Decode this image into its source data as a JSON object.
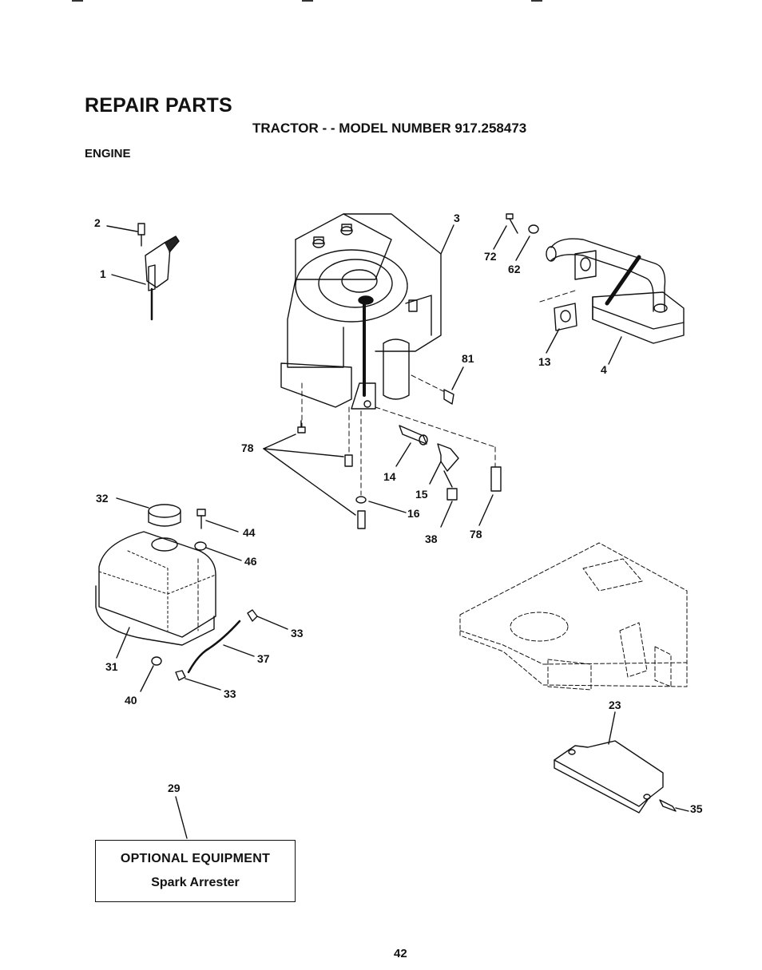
{
  "header": {
    "title": "REPAIR PARTS",
    "subtitle": "TRACTOR - - MODEL NUMBER 917.258473",
    "section": "ENGINE"
  },
  "callouts": {
    "c1": "1",
    "c2": "2",
    "c3": "3",
    "c4": "4",
    "c13": "13",
    "c14": "14",
    "c15": "15",
    "c16": "16",
    "c23": "23",
    "c29": "29",
    "c31": "31",
    "c32": "32",
    "c33a": "33",
    "c33b": "33",
    "c35": "35",
    "c37": "37",
    "c38": "38",
    "c40": "40",
    "c44": "44",
    "c46": "46",
    "c62": "62",
    "c72": "72",
    "c78a": "78",
    "c78b": "78",
    "c81": "81"
  },
  "optional": {
    "title": "OPTIONAL EQUIPMENT",
    "item": "Spark Arrester"
  },
  "footer": {
    "page_number": "42"
  }
}
